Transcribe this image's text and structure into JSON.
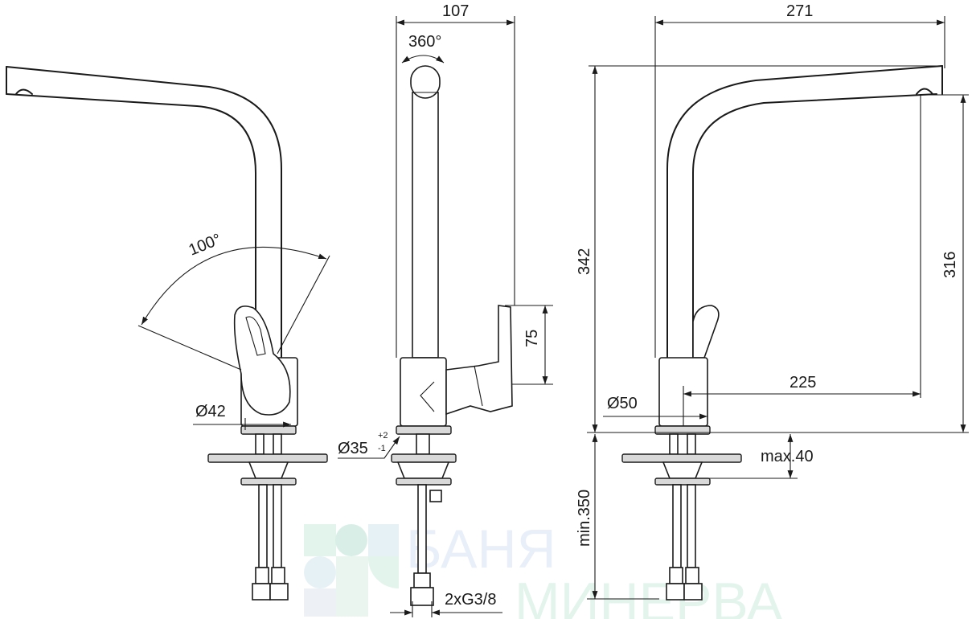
{
  "drawing": {
    "left_view": {
      "angle_label": "100°",
      "diameter_label": "Ø42"
    },
    "middle_view": {
      "width_label": "107",
      "rotation_label": "360°",
      "lever_height_label": "75",
      "hole_label": "Ø35",
      "hole_tol_upper": "+2",
      "hole_tol_lower": "-1",
      "connection_label": "2xG3/8"
    },
    "right_view": {
      "reach_label": "271",
      "height_label": "342",
      "spout_height_label": "316",
      "spout_reach_label": "225",
      "base_diameter_label": "Ø50",
      "max_thickness_label": "max.40",
      "min_hose_label": "min.350"
    }
  },
  "watermark": {
    "line1": "БАНЯ",
    "line2": "МИНЕРВА"
  },
  "colors": {
    "line": "#1a1a1a",
    "watermark_blue": "#e6eef8",
    "watermark_green": "#dff3ea"
  }
}
